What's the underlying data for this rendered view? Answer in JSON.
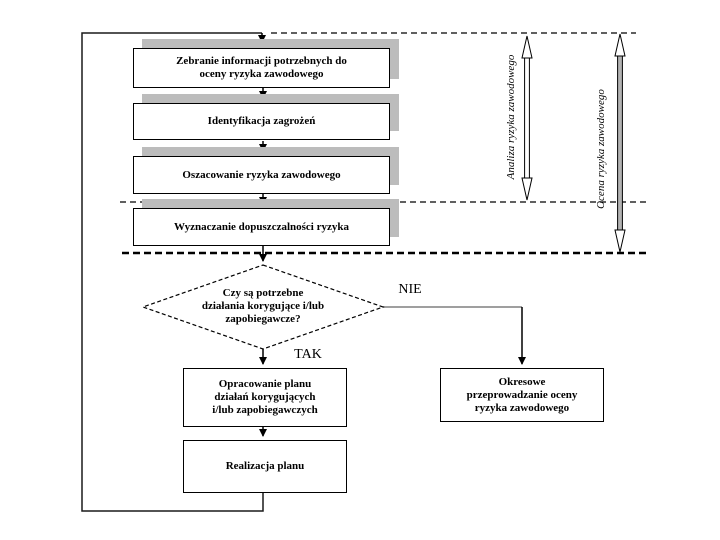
{
  "slide": {
    "title_hint": "Occupational risk assessment flowchart (Polish)",
    "process_steps": [
      {
        "label": "Zebranie informacji potrzebnych do\noceny ryzyka zawodowego"
      },
      {
        "label": "Identyfikacja zagrożeń"
      },
      {
        "label": "Oszacowanie ryzyka zawodowego"
      },
      {
        "label": "Wyznaczanie dopuszczalności ryzyka"
      }
    ],
    "decision": {
      "question": "Czy są potrzebne\ndziałania korygujące i/lub\nzapobiegawcze?",
      "yes_label": "TAK",
      "no_label": "NIE"
    },
    "yes_branch_steps": [
      {
        "label": "Opracowanie planu\ndziałań korygujących\ni/lub zapobiegawczych"
      },
      {
        "label": "Realizacja planu"
      }
    ],
    "no_branch_steps": [
      {
        "label": "Okresowe\nprzeprowadzanie oceny\nryzyka zawodowego"
      }
    ],
    "phase_labels": [
      {
        "label": "Analiza ryzyka zawodowego"
      },
      {
        "label": "Ocena ryzyka zawodowego"
      }
    ],
    "colors": {
      "background": "#ffffff",
      "box_fill": "#ffffff",
      "box_border": "#000000",
      "box_shadow": "#bcbcbc",
      "connector": "#000000",
      "no_branch_gray_connector": "#9f9f9f",
      "ocena_arrow_shaft_fill": "#b3b3b3",
      "analiza_arrow_shaft_fill": "#ffffff"
    }
  }
}
